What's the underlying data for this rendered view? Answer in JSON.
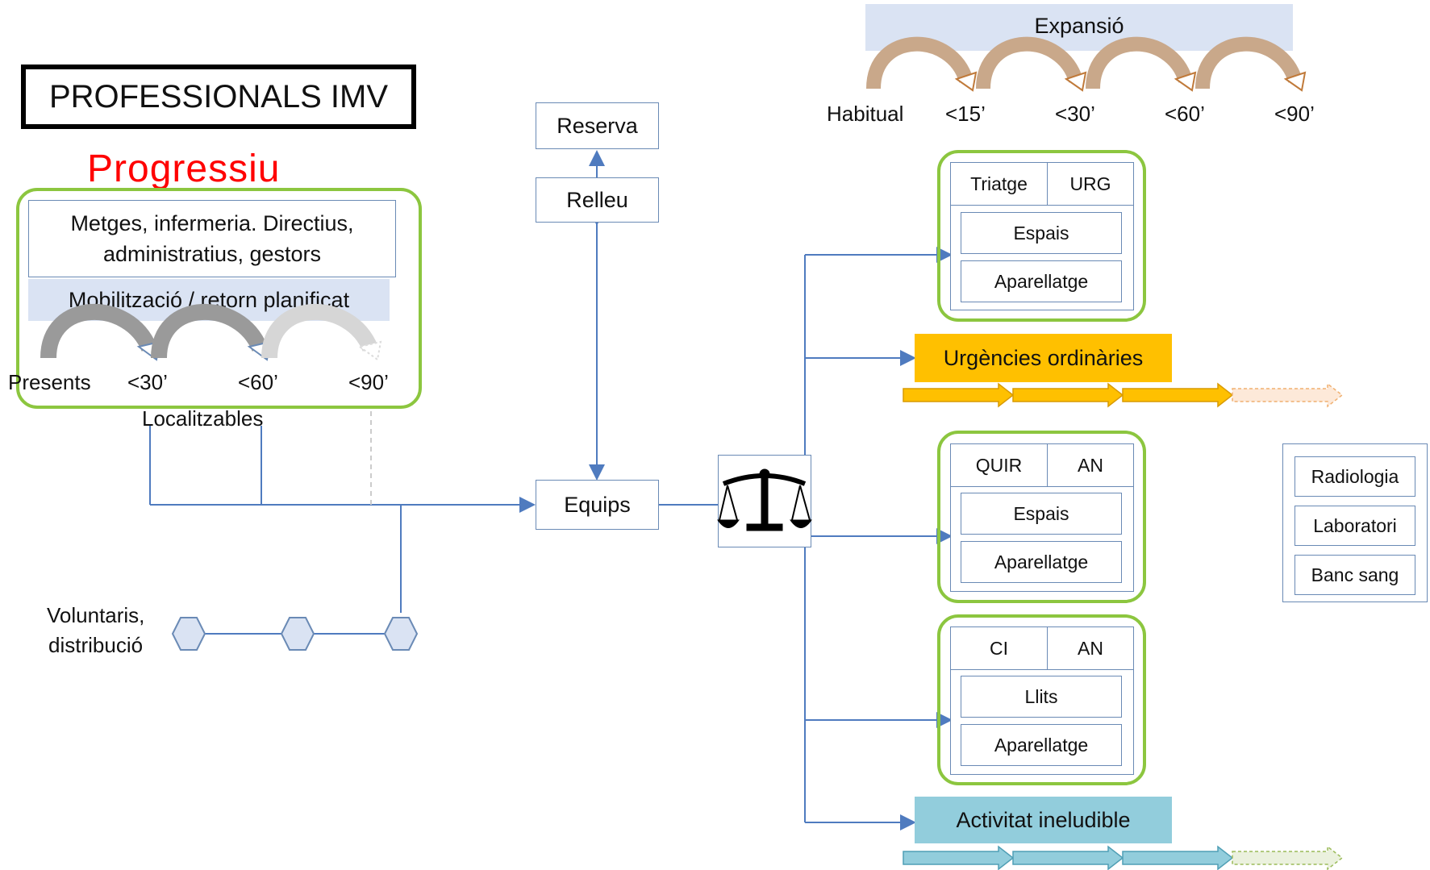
{
  "title": "PROFESSIONALS IMV",
  "progressiu": "Progressiu",
  "professionals": {
    "groups_line1": "Metges, infermeria. Directius,",
    "groups_line2": "administratius, gestors",
    "mobilization": "Mobilització / retorn planificat",
    "steps": [
      "Presents",
      "<30’",
      "<60’",
      "<90’"
    ],
    "localitzables": "Localitzables"
  },
  "volunteers": {
    "line1": "Voluntaris,",
    "line2": "distribució"
  },
  "center": {
    "reserva": "Reserva",
    "relleu": "Relleu",
    "equips": "Equips"
  },
  "expansion": {
    "label": "Expansió",
    "steps": [
      "Habitual",
      "<15’",
      "<30’",
      "<60’",
      "<90’"
    ]
  },
  "units": [
    {
      "left": "Triatge",
      "right": "URG",
      "row1": "Espais",
      "row2": "Aparellatge"
    },
    {
      "left": "QUIR",
      "right": "AN",
      "row1": "Espais",
      "row2": "Aparellatge"
    },
    {
      "left": "CI",
      "right": "AN",
      "row1": "Llits",
      "row2": "Aparellatge"
    }
  ],
  "urgencies": "Urgències ordinàries",
  "activitat": "Activitat ineludible",
  "services": [
    "Radiologia",
    "Laboratori",
    "Banc sang"
  ],
  "colors": {
    "green_frame": "#8cc63f",
    "urgencies": "#ffc000",
    "activitat": "#92cddc",
    "line_blue": "#4f7bbf",
    "progressiu": "#ff0000"
  }
}
